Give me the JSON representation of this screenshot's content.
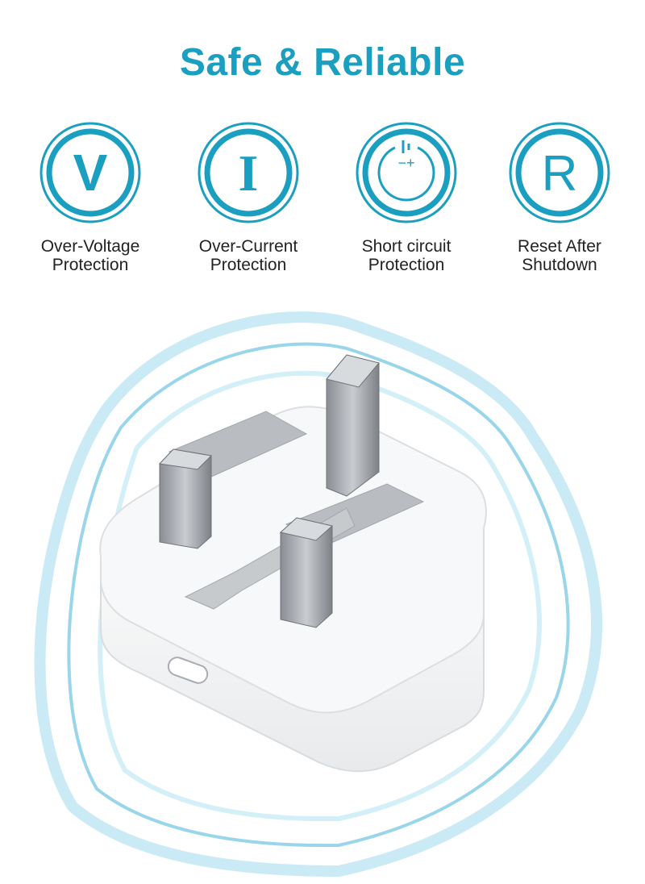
{
  "headline": "Safe & Reliable",
  "colors": {
    "accent": "#1a9fc0",
    "text": "#222222",
    "shield": "#9ed9ee",
    "charger_body": "#f4f5f6",
    "pin_metal": "#9a9ea4"
  },
  "features": [
    {
      "icon": "voltage-v-icon",
      "glyph": "V",
      "label_line1": "Over-Voltage",
      "label_line2": "Protection"
    },
    {
      "icon": "current-i-icon",
      "glyph": "I",
      "label_line1": "Over-Current",
      "label_line2": "Protection"
    },
    {
      "icon": "short-circuit-icon",
      "glyph": "−+",
      "label_line1": "Short circuit",
      "label_line2": "Protection"
    },
    {
      "icon": "reset-r-icon",
      "glyph": "R",
      "label_line1": "Reset After",
      "label_line2": "Shutdown"
    }
  ],
  "product": {
    "name": "uk-plug-charger",
    "icons": [
      "shield-outline",
      "usb-c-port"
    ]
  }
}
